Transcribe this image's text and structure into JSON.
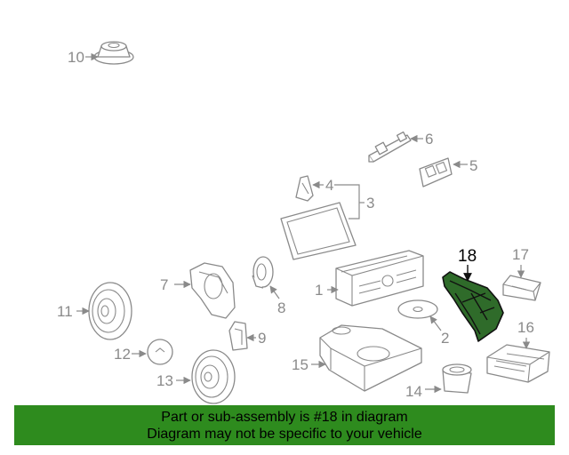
{
  "callouts": {
    "c1": "1",
    "c2": "2",
    "c3": "3",
    "c4": "4",
    "c5": "5",
    "c6": "6",
    "c7": "7",
    "c8": "8",
    "c9": "9",
    "c10": "10",
    "c11": "11",
    "c12": "12",
    "c13": "13",
    "c14": "14",
    "c15": "15",
    "c16": "16",
    "c17": "17",
    "c18": "18"
  },
  "highlighted_part": "18",
  "colors": {
    "banner": "#2e8b1e",
    "highlight_fill": "#2f6b2a",
    "line_gray": "#8a8a8a"
  },
  "banner": {
    "line1": "Part or sub-assembly is #18 in diagram",
    "line2": "Diagram may not be specific to your vehicle"
  }
}
